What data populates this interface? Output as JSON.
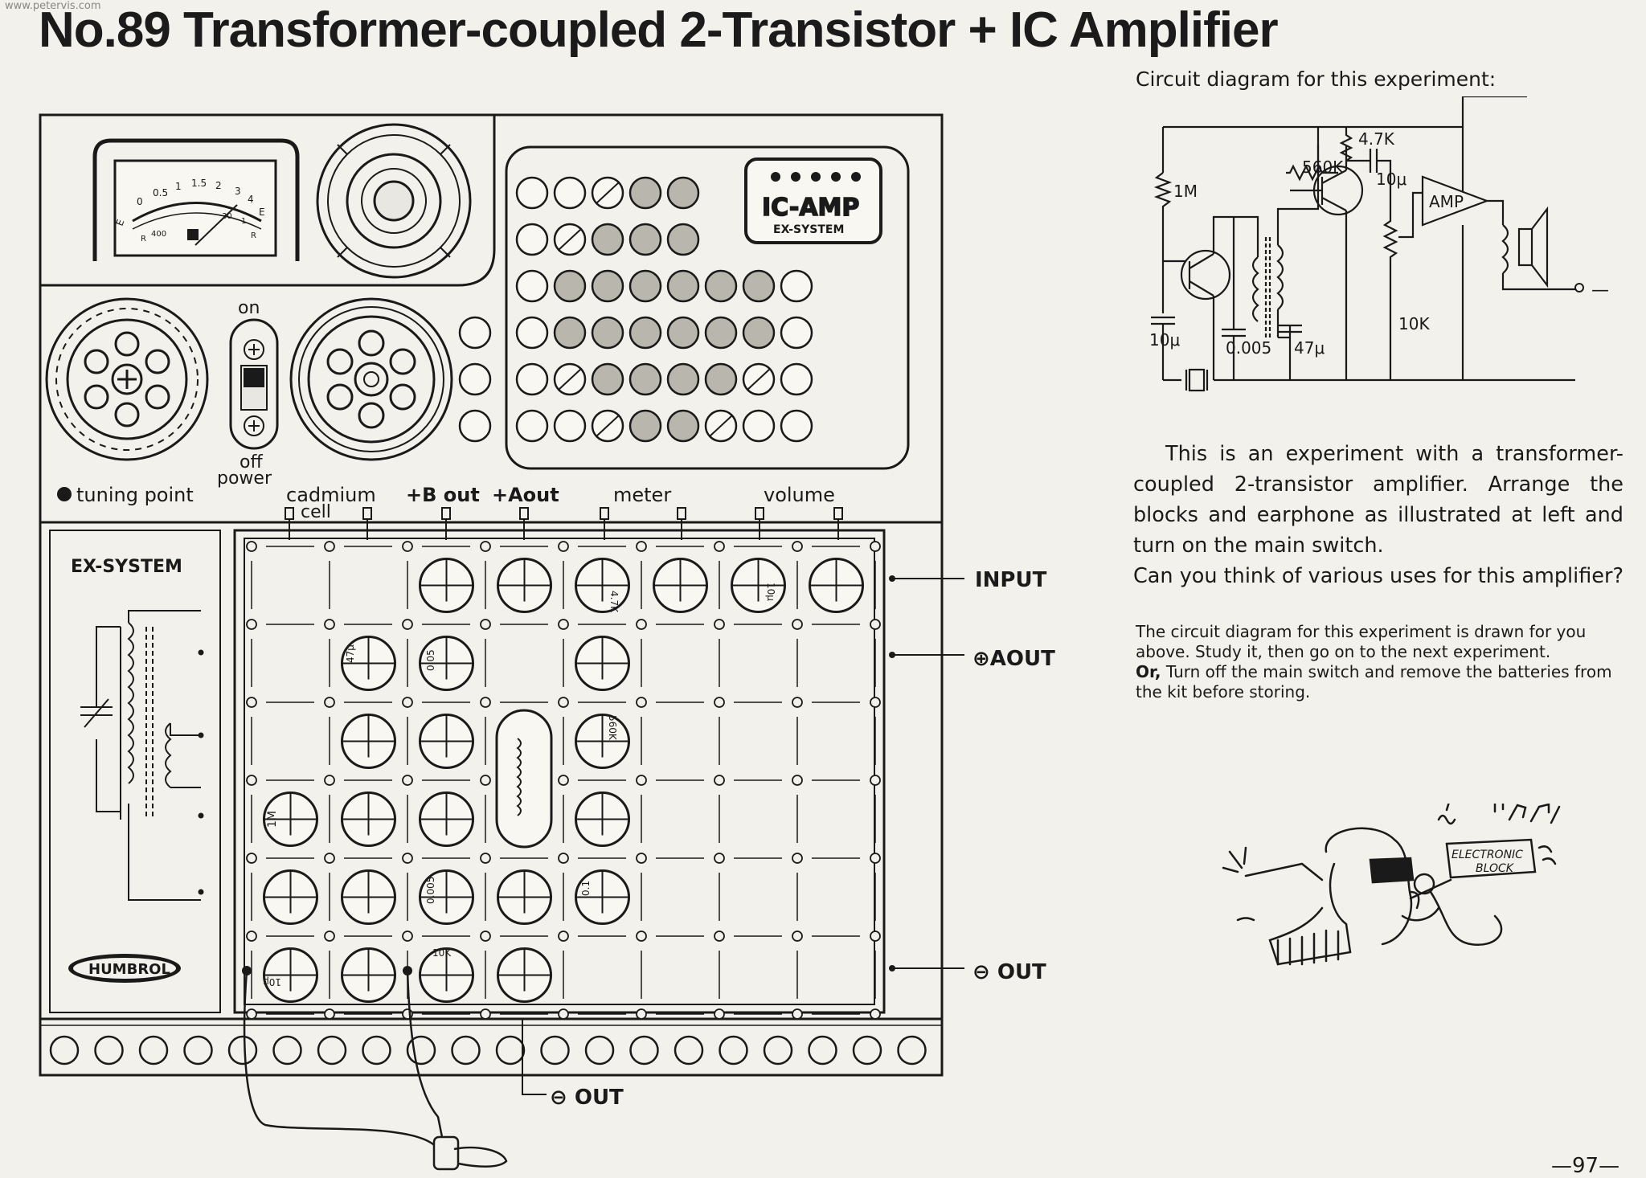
{
  "watermark": "www.petervis.com",
  "title": "No.89   Transformer-coupled 2-Transistor + IC Amplifier",
  "diagram_caption": "Circuit diagram for this experiment:",
  "body": {
    "para1": "This is an experiment with a transformer-coupled 2-transistor amplifier. Arrange the blocks and earphone as illustrated at left and turn on the main switch.",
    "para2": "Can you think of various uses for this amplifier?"
  },
  "note": {
    "line1": "The circuit diagram for this experiment is drawn for you above. Study it, then go on to the next experiment.",
    "or_label": "Or,",
    "line2": "Turn off the main switch and remove the batteries from the kit before storing."
  },
  "page_number": "—97—",
  "kit": {
    "meter_scale": [
      "E",
      "0",
      "0.5",
      "1",
      "1.5",
      "2",
      "3",
      "4",
      "E"
    ],
    "meter_scale_lower": [
      "R",
      "400",
      "30",
      "1",
      "R"
    ],
    "logo_top": "IC-AMP",
    "logo_bottom": "EX-SYSTEM",
    "switch_on": "on",
    "switch_off": "off",
    "switch_power": "power",
    "tuning_point": "tuning point",
    "terminals": {
      "cadmium": "cadmium",
      "cell": "cell",
      "b_out": "+B out",
      "a_out": "+Aout",
      "meter": "meter",
      "volume": "volume"
    },
    "ex_system": "EX-SYSTEM",
    "brand": "HUMBROL",
    "side_labels": {
      "input": "INPUT",
      "aout": "⊕AOUT",
      "out": "⊖ OUT",
      "bottom_out": "⊖ OUT"
    },
    "block_values": {
      "r47k": "4.7K",
      "c10u": "10μ",
      "c47u": "47μ",
      "c005": "0.05",
      "r560k": "560K",
      "r1m": "1M",
      "c0005": "0.005",
      "c01": "0.1",
      "r10k": "10K",
      "c10u_b": "10μ"
    }
  },
  "schematic": {
    "r1": "1M",
    "r2": "560K",
    "r3": "4.7K",
    "c1": "10μ",
    "c2": "10μ",
    "c3": "0.005",
    "c4": "47μ",
    "vr": "10K",
    "amp": "AMP",
    "plus": "+",
    "minus": "—"
  },
  "cartoon": {
    "sign_line1": "ELECTRONIC",
    "sign_line2": "BLOCK"
  }
}
